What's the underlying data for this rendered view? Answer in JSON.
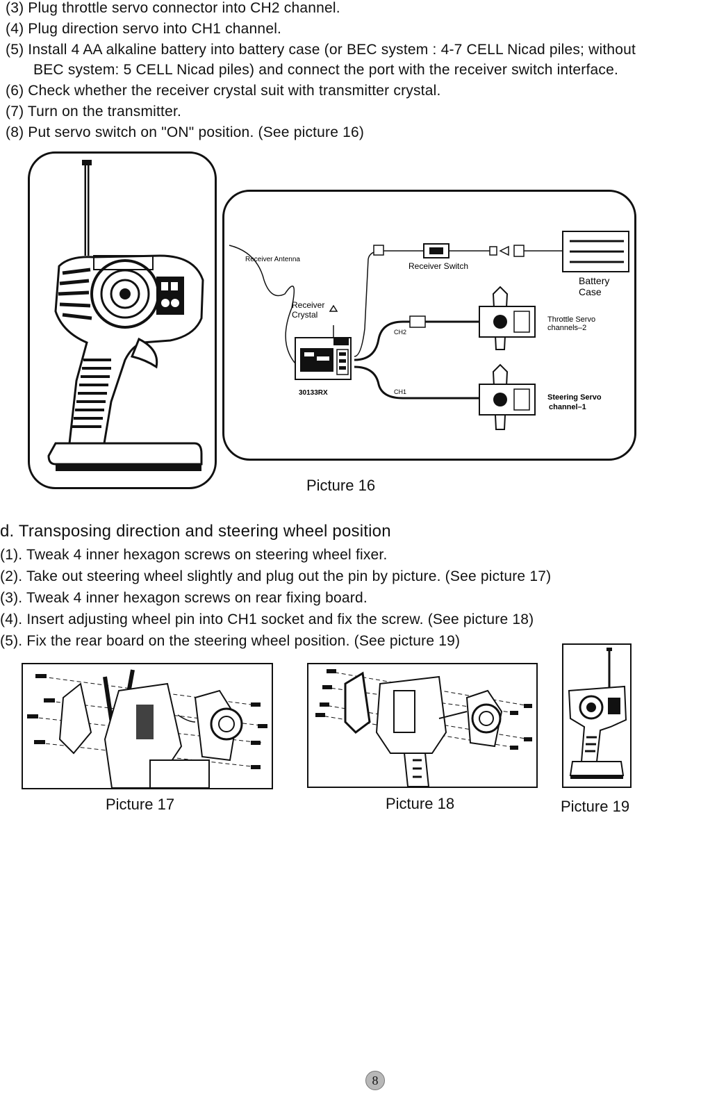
{
  "steps_top": [
    "(3) Plug throttle servo connector into CH2 channel.",
    "(4) Plug direction servo into CH1 channel.",
    "(5) Install 4 AA alkaline battery into battery case (or BEC system :  4-7 CELL Nicad piles; without",
    "BEC system: 5 CELL Nicad piles) and connect the port with the receiver switch interface.",
    "(6) Check whether the receiver crystal suit with transmitter crystal.",
    "(7) Turn on the transmitter.",
    "(8) Put servo switch on \"ON\"  position.  (See picture 16)"
  ],
  "diagram16": {
    "receiver_antenna": "Receiver Antenna",
    "receiver_switch": "Receiver Switch",
    "battery_case_1": "Battery",
    "battery_case_2": "Case",
    "receiver_crystal_1": "Receiver",
    "receiver_crystal_2": "Crystal",
    "ch2": "CH2",
    "ch1": "CH1",
    "receiver_model": "30133RX",
    "throttle_servo_1": "Throttle Servo",
    "throttle_servo_2": "channels–2",
    "steering_servo_1": "Steering Servo",
    "steering_servo_2": "channel–1"
  },
  "caption16": "Picture 16",
  "section_d": {
    "heading": "d.  Transposing direction and steering wheel position",
    "steps": [
      "(1). Tweak 4 inner hexagon screws on steering wheel fixer.",
      "(2). Take out steering wheel slightly and plug out the pin by picture. (See picture 17)",
      "(3). Tweak 4 inner hexagon screws on rear fixing board.",
      "(4). Insert adjusting wheel pin into CH1 socket and fix the screw. (See picture 18)",
      "(5). Fix the rear board on the steering wheel position. (See picture 19)"
    ]
  },
  "captions_bottom": [
    "Picture 17",
    "Picture 18",
    "Picture 19"
  ],
  "page_number": "8"
}
